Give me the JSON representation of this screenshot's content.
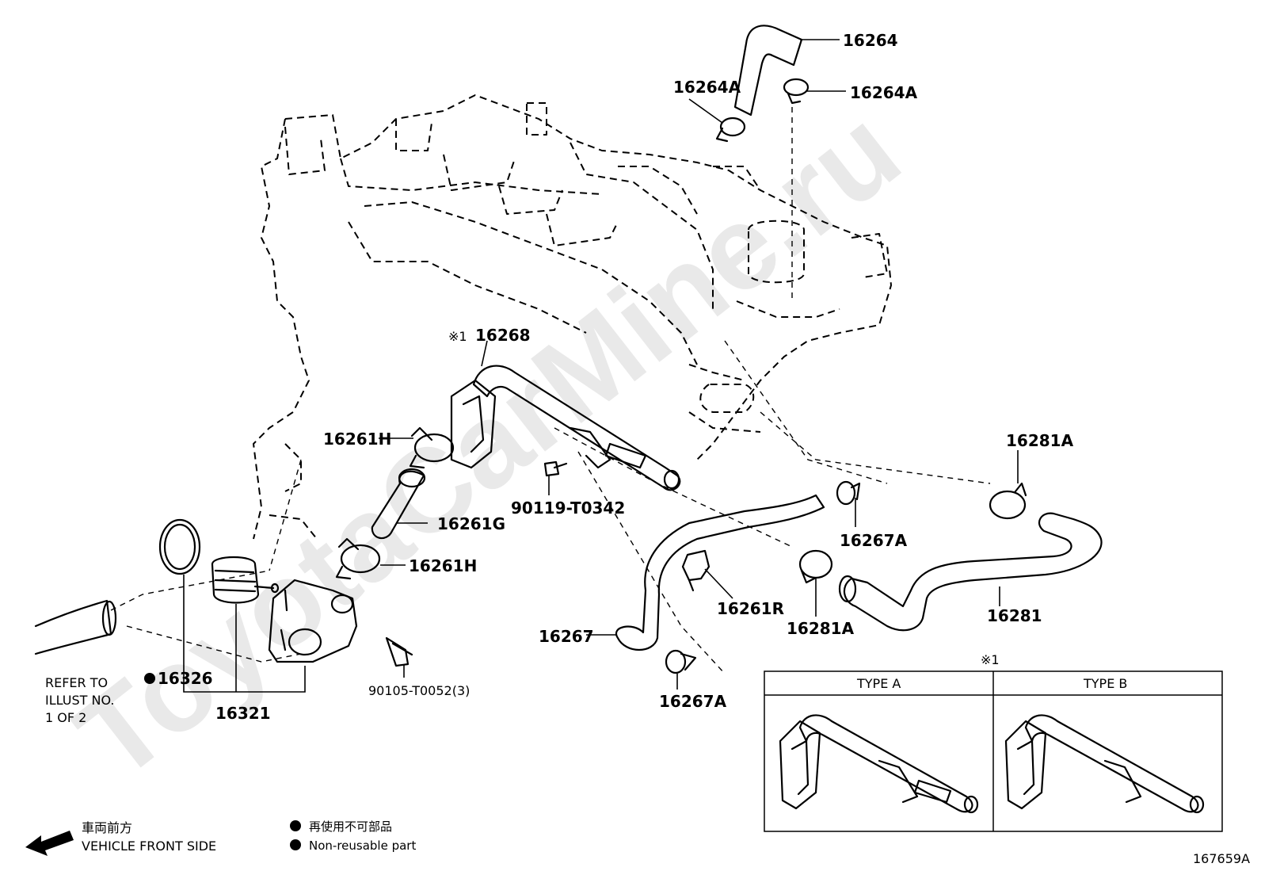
{
  "watermark": "ToyotaCarMine.ru",
  "diagram_code": "167659A",
  "callouts": {
    "p16264": "16264",
    "p16264a_left": "16264A",
    "p16264a_right": "16264A",
    "p16268_mark": "※1",
    "p16268": "16268",
    "p16261h_top": "16261H",
    "p16261g": "16261G",
    "p16261h_bottom": "16261H",
    "p90119": "90119-T0342",
    "p16267a_mid": "16267A",
    "p16281a_top": "16281A",
    "p16281": "16281",
    "p16281a_bottom": "16281A",
    "p16261r": "16261R",
    "p16267": "16267",
    "p16267a_bottom": "16267A",
    "p16326": "16326",
    "p16321": "16321",
    "p90105": "90105-T0052(3)"
  },
  "refer_note": {
    "line1": "REFER TO",
    "line2": "ILLUST NO.",
    "line3": "1 OF 2"
  },
  "inset": {
    "mark": "※1",
    "type_a": "TYPE A",
    "type_b": "TYPE B"
  },
  "legend": {
    "front_jp": "車両前方",
    "front_en": "VEHICLE FRONT SIDE",
    "nonreuse_jp": "再使用不可部品",
    "nonreuse_en": "Non-reusable part"
  }
}
